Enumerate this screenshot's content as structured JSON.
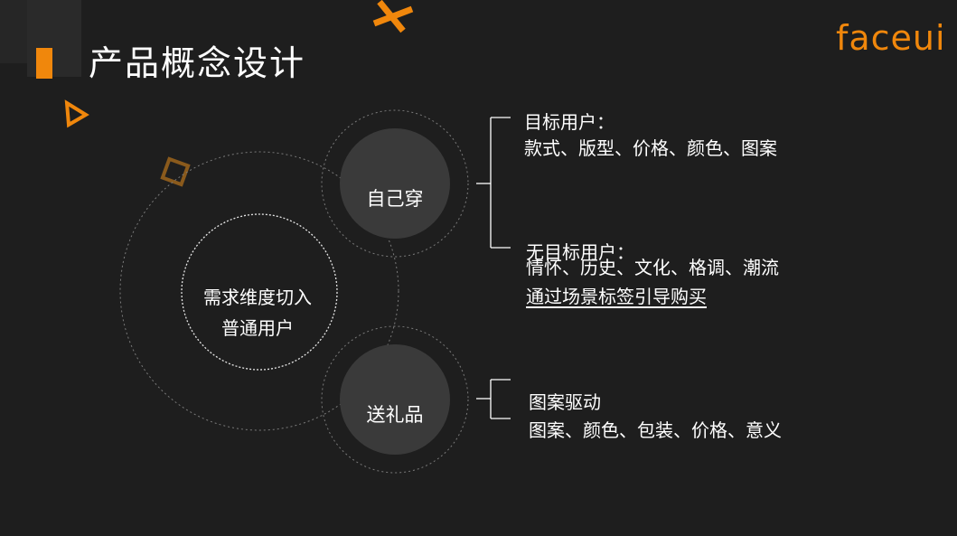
{
  "slide": {
    "title": "产品概念设计",
    "logo": "faceui",
    "center": {
      "line1": "需求维度切入",
      "line2": "普通用户"
    },
    "nodes": {
      "self_wear": "自己穿",
      "gift": "送礼品"
    },
    "branches": {
      "target_heading": "目标用户：",
      "target_items": "款式、版型、价格、颜色、图案",
      "untarget_heading": "无目标用户：",
      "untarget_items": "情怀、历史、文化、格调、潮流",
      "untarget_link": "通过场景标签引导购买",
      "gift_heading": "图案驱动",
      "gift_items": "图案、颜色、包装、价格、意义"
    }
  },
  "colors": {
    "background": "#1e1e1e",
    "accent": "#f0870c",
    "accent_dark": "#8a5a1c",
    "text": "#ffffff",
    "node_fill": "#3a3a3a",
    "dotted": "#8c8c8c"
  },
  "icons": {
    "cross": "cross-shape",
    "triangle": "triangle-outline",
    "diamond": "diamond-outline"
  }
}
